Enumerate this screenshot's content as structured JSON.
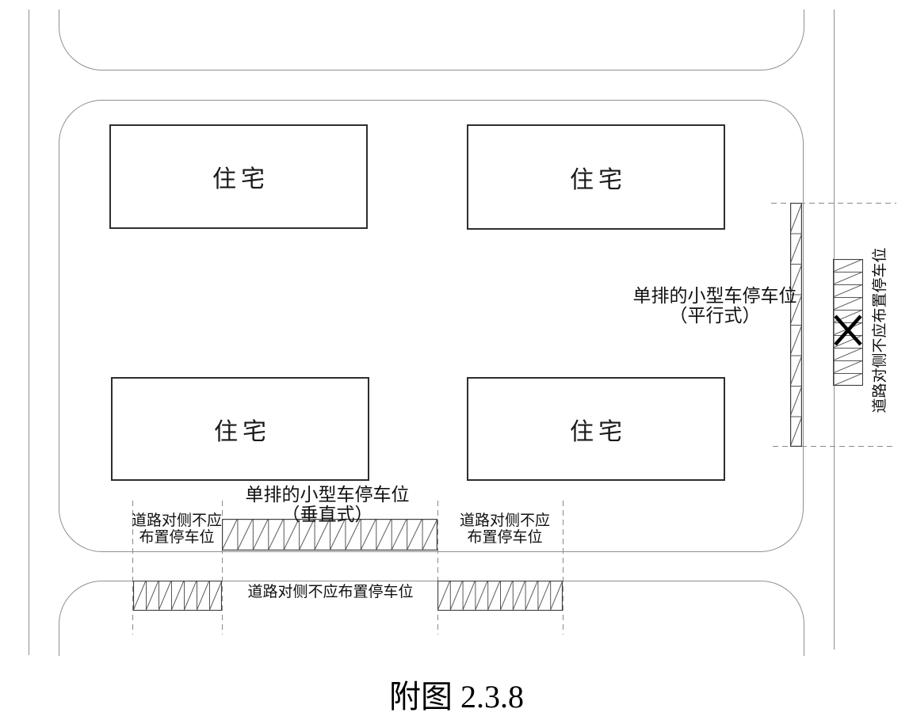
{
  "buildings": [
    {
      "label": "住宅"
    },
    {
      "label": "住宅"
    },
    {
      "label": "住宅"
    },
    {
      "label": "住宅"
    }
  ],
  "labels": {
    "parallel": {
      "line1": "单排的小型车停车位",
      "line2": "（平行式）"
    },
    "perpendicular": {
      "line1": "单排的小型车停车位",
      "line2": "（垂直式）"
    },
    "opposite_left": {
      "line1": "道路对侧不应",
      "line2": "布置停车位"
    },
    "opposite_mid": {
      "line1": "道路对侧不应",
      "line2": "布置停车位"
    },
    "opposite_bottom": {
      "text": "道路对侧不应布置停车位"
    },
    "opposite_right": {
      "text": "道路对侧不应布置停车位"
    }
  },
  "caption": {
    "text": "附图 2.3.8"
  },
  "colors": {
    "road_line": "#8f8f8f",
    "building_border": "#2e2e2e",
    "hatch_line": "#555555",
    "dash_line": "#8a8a8a",
    "text": "#111111",
    "x_mark": "#000000"
  }
}
